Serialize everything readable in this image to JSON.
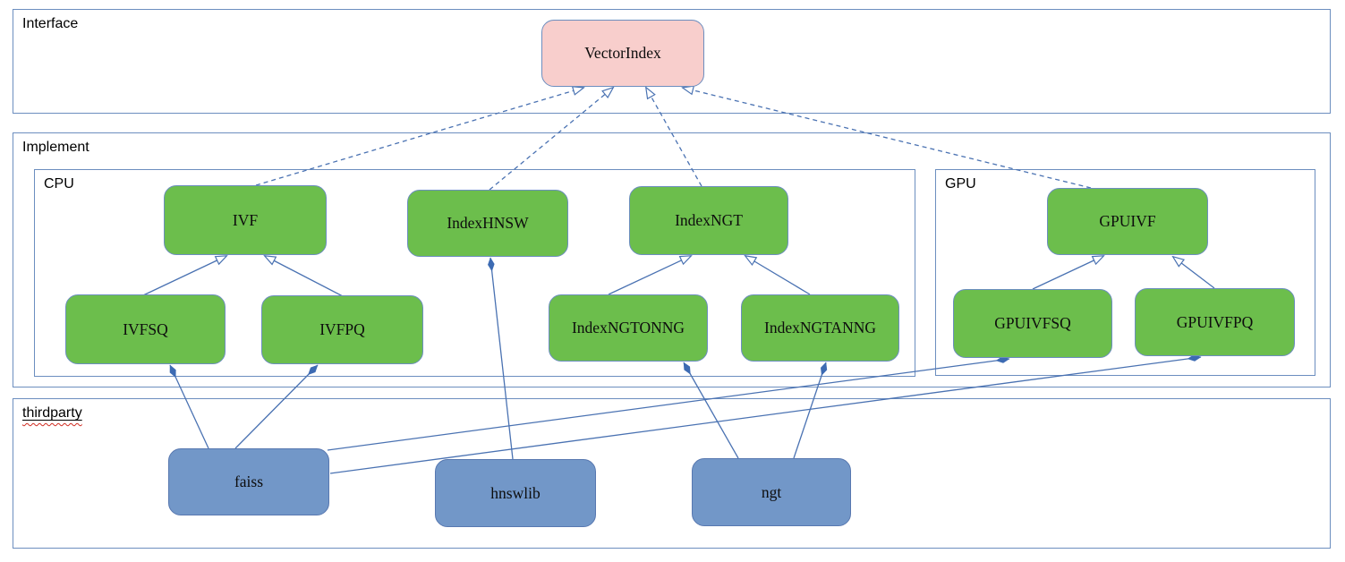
{
  "containers": {
    "interface": {
      "label": "Interface"
    },
    "implement": {
      "label": "Implement"
    },
    "cpu": {
      "label": "CPU"
    },
    "gpu": {
      "label": "GPU"
    },
    "thirdparty": {
      "label": "thirdparty",
      "underlined": true,
      "spellcheck_squiggle": true
    }
  },
  "nodes": {
    "vectorindex": {
      "label": "VectorIndex",
      "color": "pink"
    },
    "ivf": {
      "label": "IVF",
      "color": "green"
    },
    "indexhnsw": {
      "label": "IndexHNSW",
      "color": "green"
    },
    "indexngt": {
      "label": "IndexNGT",
      "color": "green"
    },
    "ivfsq": {
      "label": "IVFSQ",
      "color": "green"
    },
    "ivfpq": {
      "label": "IVFPQ",
      "color": "green"
    },
    "indexngtonng": {
      "label": "IndexNGTONNG",
      "color": "green"
    },
    "indexngtanng": {
      "label": "IndexNGTANNG",
      "color": "green"
    },
    "gpuivf": {
      "label": "GPUIVF",
      "color": "green"
    },
    "gpuivfsq": {
      "label": "GPUIVFSQ",
      "color": "green"
    },
    "gpuivfpq": {
      "label": "GPUIVFPQ",
      "color": "green"
    },
    "faiss": {
      "label": "faiss",
      "color": "blue"
    },
    "hnswlib": {
      "label": "hnswlib",
      "color": "blue"
    },
    "ngt": {
      "label": "ngt",
      "color": "blue"
    }
  },
  "arrow_styles": {
    "realization": "dashed line with hollow triangle pointing at interface",
    "generalization": "solid line with hollow triangle pointing at parent class",
    "composition": "solid line with filled diamond at the owned class end"
  },
  "edges": [
    {
      "from": "ivf",
      "to": "vectorindex",
      "type": "realization",
      "points": [
        [
          286,
          207
        ],
        [
          652,
          98
        ]
      ]
    },
    {
      "from": "indexhnsw",
      "to": "vectorindex",
      "type": "realization",
      "points": [
        [
          547,
          212
        ],
        [
          685,
          98
        ]
      ]
    },
    {
      "from": "indexngt",
      "to": "vectorindex",
      "type": "realization",
      "points": [
        [
          784,
          208
        ],
        [
          722,
          98
        ]
      ]
    },
    {
      "from": "gpuivf",
      "to": "vectorindex",
      "type": "realization",
      "points": [
        [
          1219,
          210
        ],
        [
          763,
          98
        ]
      ]
    },
    {
      "from": "ivfsq",
      "to": "ivf",
      "type": "generalization",
      "points": [
        [
          160,
          330
        ],
        [
          253,
          286
        ]
      ]
    },
    {
      "from": "ivfpq",
      "to": "ivf",
      "type": "generalization",
      "points": [
        [
          383,
          331
        ],
        [
          296,
          286
        ]
      ]
    },
    {
      "from": "indexngtonng",
      "to": "indexngt",
      "type": "generalization",
      "points": [
        [
          680,
          329
        ],
        [
          772,
          286
        ]
      ]
    },
    {
      "from": "indexngtanng",
      "to": "indexngt",
      "type": "generalization",
      "points": [
        [
          905,
          329
        ],
        [
          833,
          286
        ]
      ]
    },
    {
      "from": "gpuivfsq",
      "to": "gpuivf",
      "type": "generalization",
      "points": [
        [
          1154,
          323
        ],
        [
          1233,
          286
        ]
      ]
    },
    {
      "from": "gpuivfpq",
      "to": "gpuivf",
      "type": "generalization",
      "points": [
        [
          1357,
          322
        ],
        [
          1311,
          287
        ]
      ]
    },
    {
      "from": "faiss",
      "to": "ivfsq",
      "type": "composition",
      "points": [
        [
          233,
          501
        ],
        [
          190,
          408
        ]
      ]
    },
    {
      "from": "faiss",
      "to": "ivfpq",
      "type": "composition",
      "points": [
        [
          263,
          501
        ],
        [
          355,
          408
        ]
      ]
    },
    {
      "from": "faiss",
      "to": "gpuivfsq",
      "type": "composition",
      "points": [
        [
          366,
          503
        ],
        [
          1128,
          401
        ]
      ]
    },
    {
      "from": "faiss",
      "to": "gpuivfpq",
      "type": "composition",
      "points": [
        [
          369,
          529
        ],
        [
          1342,
          399
        ]
      ]
    },
    {
      "from": "hnswlib",
      "to": "indexhnsw",
      "type": "composition",
      "points": [
        [
          573,
          513
        ],
        [
          548,
          288
        ]
      ]
    },
    {
      "from": "ngt",
      "to": "indexngtonng",
      "type": "composition",
      "points": [
        [
          825,
          512
        ],
        [
          764,
          405
        ]
      ]
    },
    {
      "from": "ngt",
      "to": "indexngtanng",
      "type": "composition",
      "points": [
        [
          887,
          512
        ],
        [
          923,
          405
        ]
      ]
    }
  ],
  "palette": {
    "background": "#ffffff",
    "container_border": "#6c8ebf",
    "node_green_fill": "#6cbe4c",
    "node_blue_fill": "#7297c8",
    "node_pink_fill": "#f8cecc",
    "node_border": "#6c8ebf",
    "edge_stroke": "#4a72b2",
    "diamond_fill": "#3d6bb3",
    "squiggle_red": "#cf2b20"
  }
}
